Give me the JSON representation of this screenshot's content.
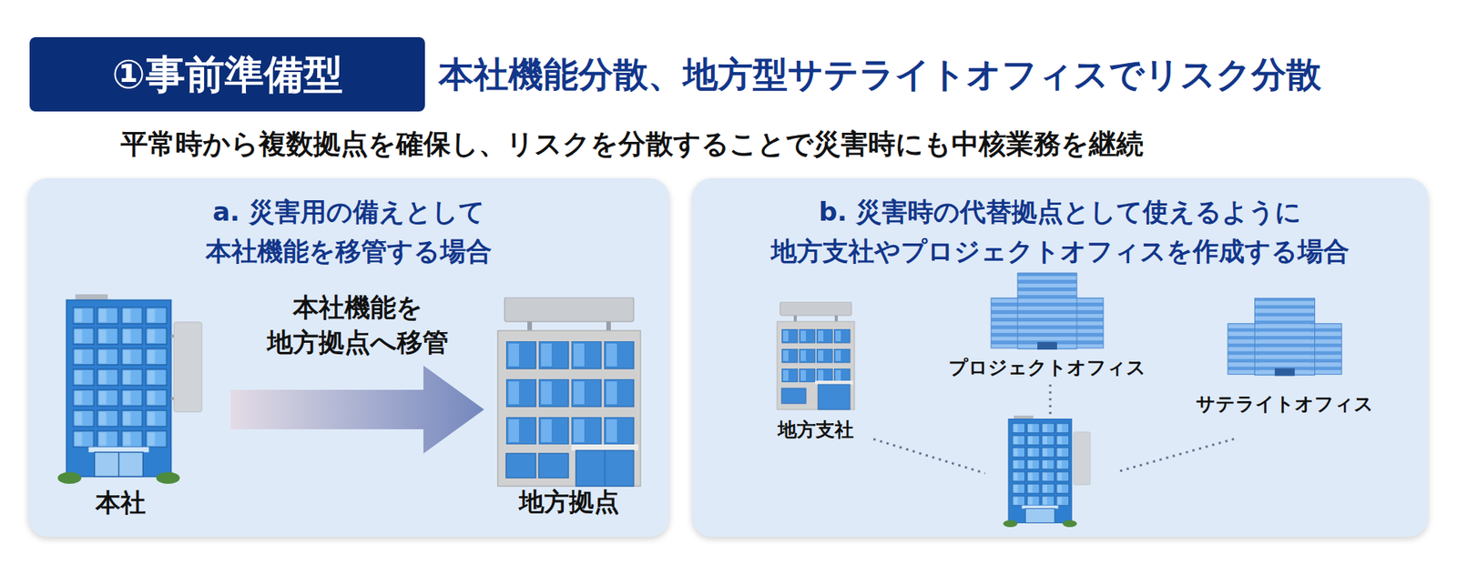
{
  "diagram": {
    "title": "本社機能分散、地方型サテライトオフィスでリスク分散",
    "nodes": [
      {
        "text": [
          "①事前準備型"
        ]
      },
      {
        "text": [
          "a. 災害用の備えとして 本社機能を移管する場合"
        ]
      },
      {
        "text": [
          "本社"
        ],
        "in": 1
      },
      {
        "text": [
          "地方拠点"
        ],
        "in": 1
      },
      {
        "text": [
          "b. 災害時の代替拠点として使えるように 地方支社やプロジェクトオフィスを作成する場合"
        ]
      },
      {
        "text": [
          "地方支社"
        ],
        "in": 4
      },
      {
        "text": [
          "プロジェクトオフィス"
        ],
        "in": 4
      },
      {
        "text": [
          "サテライトオフィス"
        ],
        "in": 4
      }
    ],
    "edges": [
      {
        "from": 2,
        "to": 3,
        "arrow": "to",
        "label": "本社機能を 地方拠点へ移管"
      }
    ],
    "labels": [
      "平常時から複数拠点を確保し、リスクを分散することで災害時にも中核業務を継続"
    ]
  }
}
